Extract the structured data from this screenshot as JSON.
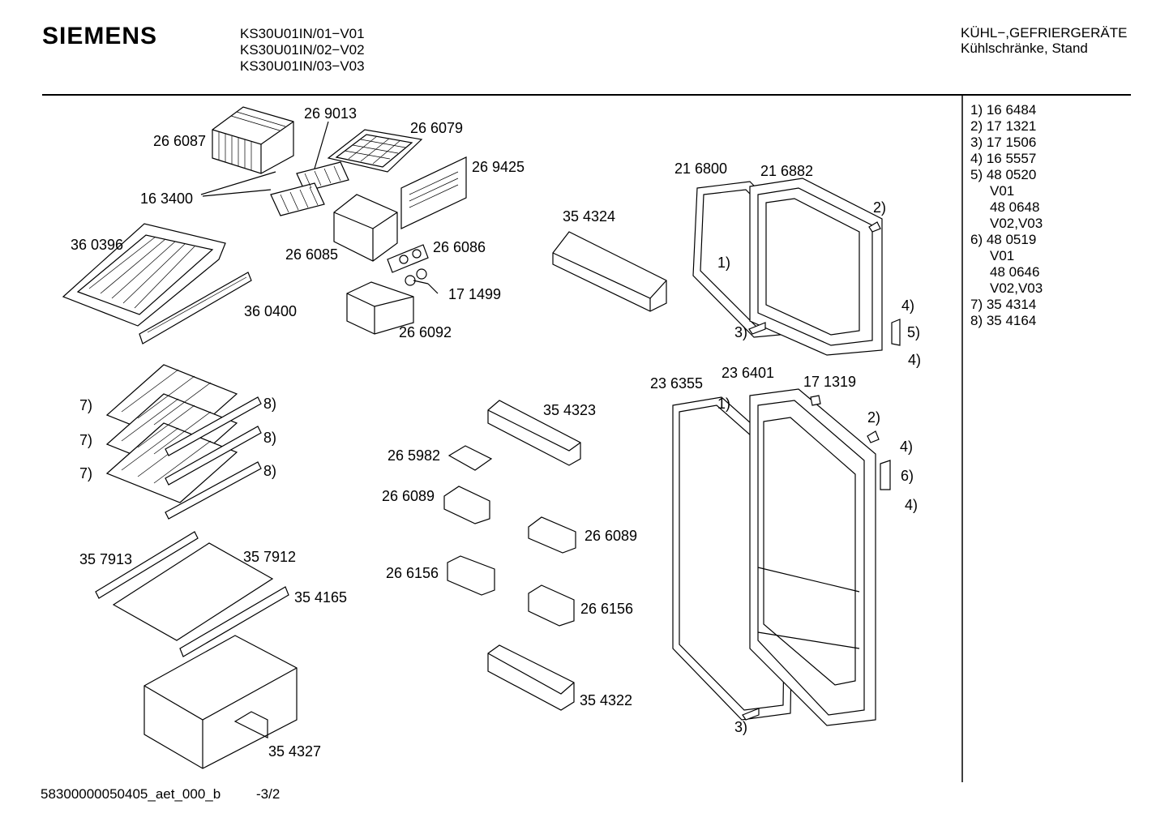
{
  "header": {
    "brand": "SIEMENS",
    "models": [
      "KS30U01IN/01−V01",
      "KS30U01IN/02−V02",
      "KS30U01IN/03−V03"
    ],
    "category": "KÜHL−,GEFRIERGERÄTE",
    "subcategory": "Kühlschränke, Stand"
  },
  "legend": [
    "1)  16 6484",
    "2)  17 1321",
    "3)  17 1506",
    "4)  16 5557",
    "5)  48 0520",
    "V01",
    "48 0648",
    "V02,V03",
    "6)  48 0519",
    "V01",
    "48 0646",
    "V02,V03",
    "7)  35 4314",
    "8)  35 4164"
  ],
  "parts": {
    "p266087": "26 6087",
    "p269013": "26 9013",
    "p266079": "26 6079",
    "p269425": "26 9425",
    "p163400": "16 3400",
    "p360396": "36 0396",
    "p266085": "26 6085",
    "p266086": "26 6086",
    "p171499": "17 1499",
    "p360400": "36 0400",
    "p266092": "26 6092",
    "p354324": "35 4324",
    "p216800": "21 6800",
    "p216882": "21 6882",
    "p236355": "23 6355",
    "p236401": "23 6401",
    "p171319": "17 1319",
    "p354323": "35 4323",
    "p265982": "26 5982",
    "p266089a": "26 6089",
    "p266089b": "26 6089",
    "p266156a": "26 6156",
    "p266156b": "26 6156",
    "p354322": "35 4322",
    "p357913": "35 7913",
    "p357912": "35 7912",
    "p354165": "35 4165",
    "p354327": "35 4327"
  },
  "callouts": {
    "c7a": "7)",
    "c7b": "7)",
    "c7c": "7)",
    "c8a": "8)",
    "c8b": "8)",
    "c8c": "8)",
    "c1a": "1)",
    "c2a": "2)",
    "c3a": "3)",
    "c4a": "4)",
    "c5a": "5)",
    "c4b": "4)",
    "c1b": "1)",
    "c2b": "2)",
    "c3b": "3)",
    "c4c": "4)",
    "c6a": "6)",
    "c4d": "4)"
  },
  "footer": {
    "code": "58300000050405_aet_000_b",
    "page": "-3/2"
  }
}
